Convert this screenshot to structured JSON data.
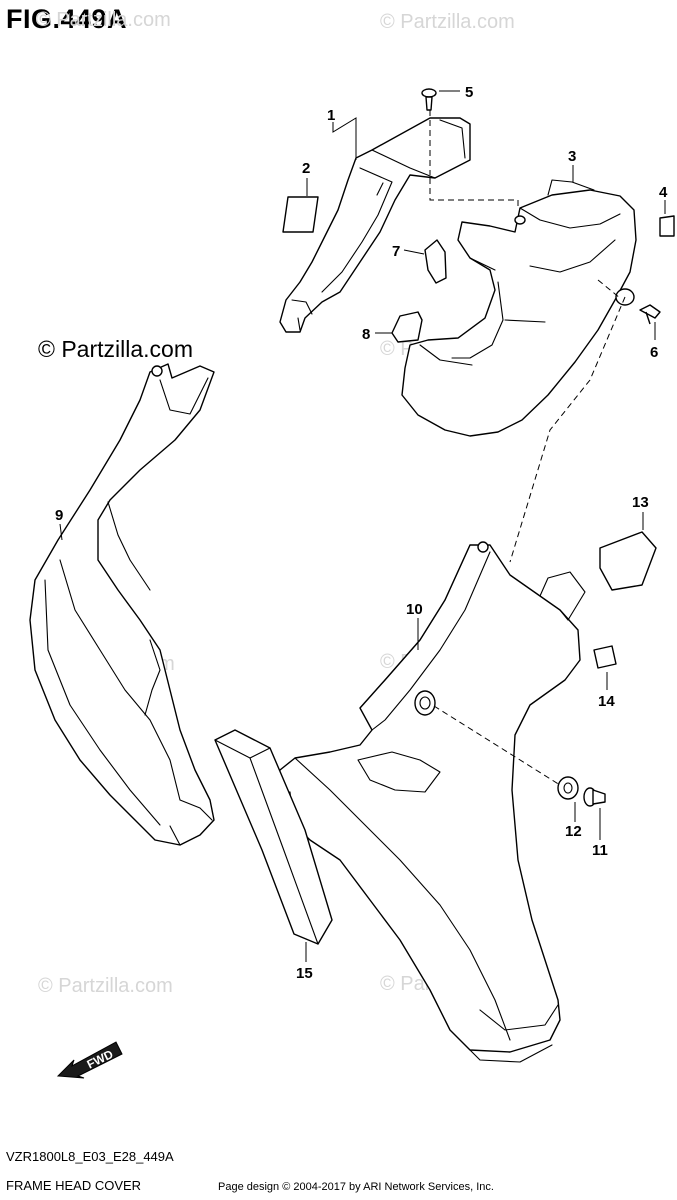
{
  "figure": {
    "title": "FIG.449A",
    "model_code": "VZR1800L8_E03_E28_449A",
    "page_name": "FRAME HEAD COVER",
    "credit": "Page design © 2004-2017 by ARI Network Services, Inc.",
    "fwd_label": "FWD"
  },
  "watermark": {
    "text": "© Partzilla.com",
    "color": "#d6d6d6"
  },
  "callouts": [
    "1",
    "2",
    "3",
    "4",
    "5",
    "6",
    "7",
    "8",
    "9",
    "10",
    "11",
    "12",
    "13",
    "14",
    "15"
  ]
}
